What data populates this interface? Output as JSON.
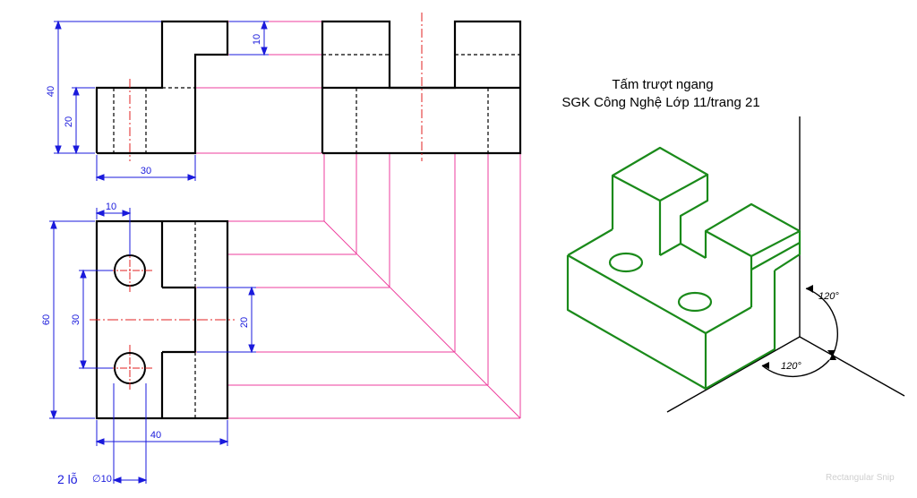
{
  "title": {
    "line1": "Tấm trượt ngang",
    "line2": "SGK Công Nghệ Lớp 11/trang 21"
  },
  "dimensions": {
    "front_height": "40",
    "front_base": "20",
    "front_width": "30",
    "step": "10",
    "top_offset": "10",
    "top_depth": "60",
    "hole_spacing": "30",
    "slot_width": "20",
    "top_width": "40",
    "hole_note_prefix": "2 lỗ",
    "hole_note_dia": "∅10"
  },
  "angles": {
    "upper": "120°",
    "lower": "120°"
  },
  "watermark": "Rectangular Snip",
  "colors": {
    "outline": "#000000",
    "projection": "#ee3c9c",
    "dimension": "#1a1adc",
    "center": "#e02020",
    "iso": "#1a8a1a"
  }
}
